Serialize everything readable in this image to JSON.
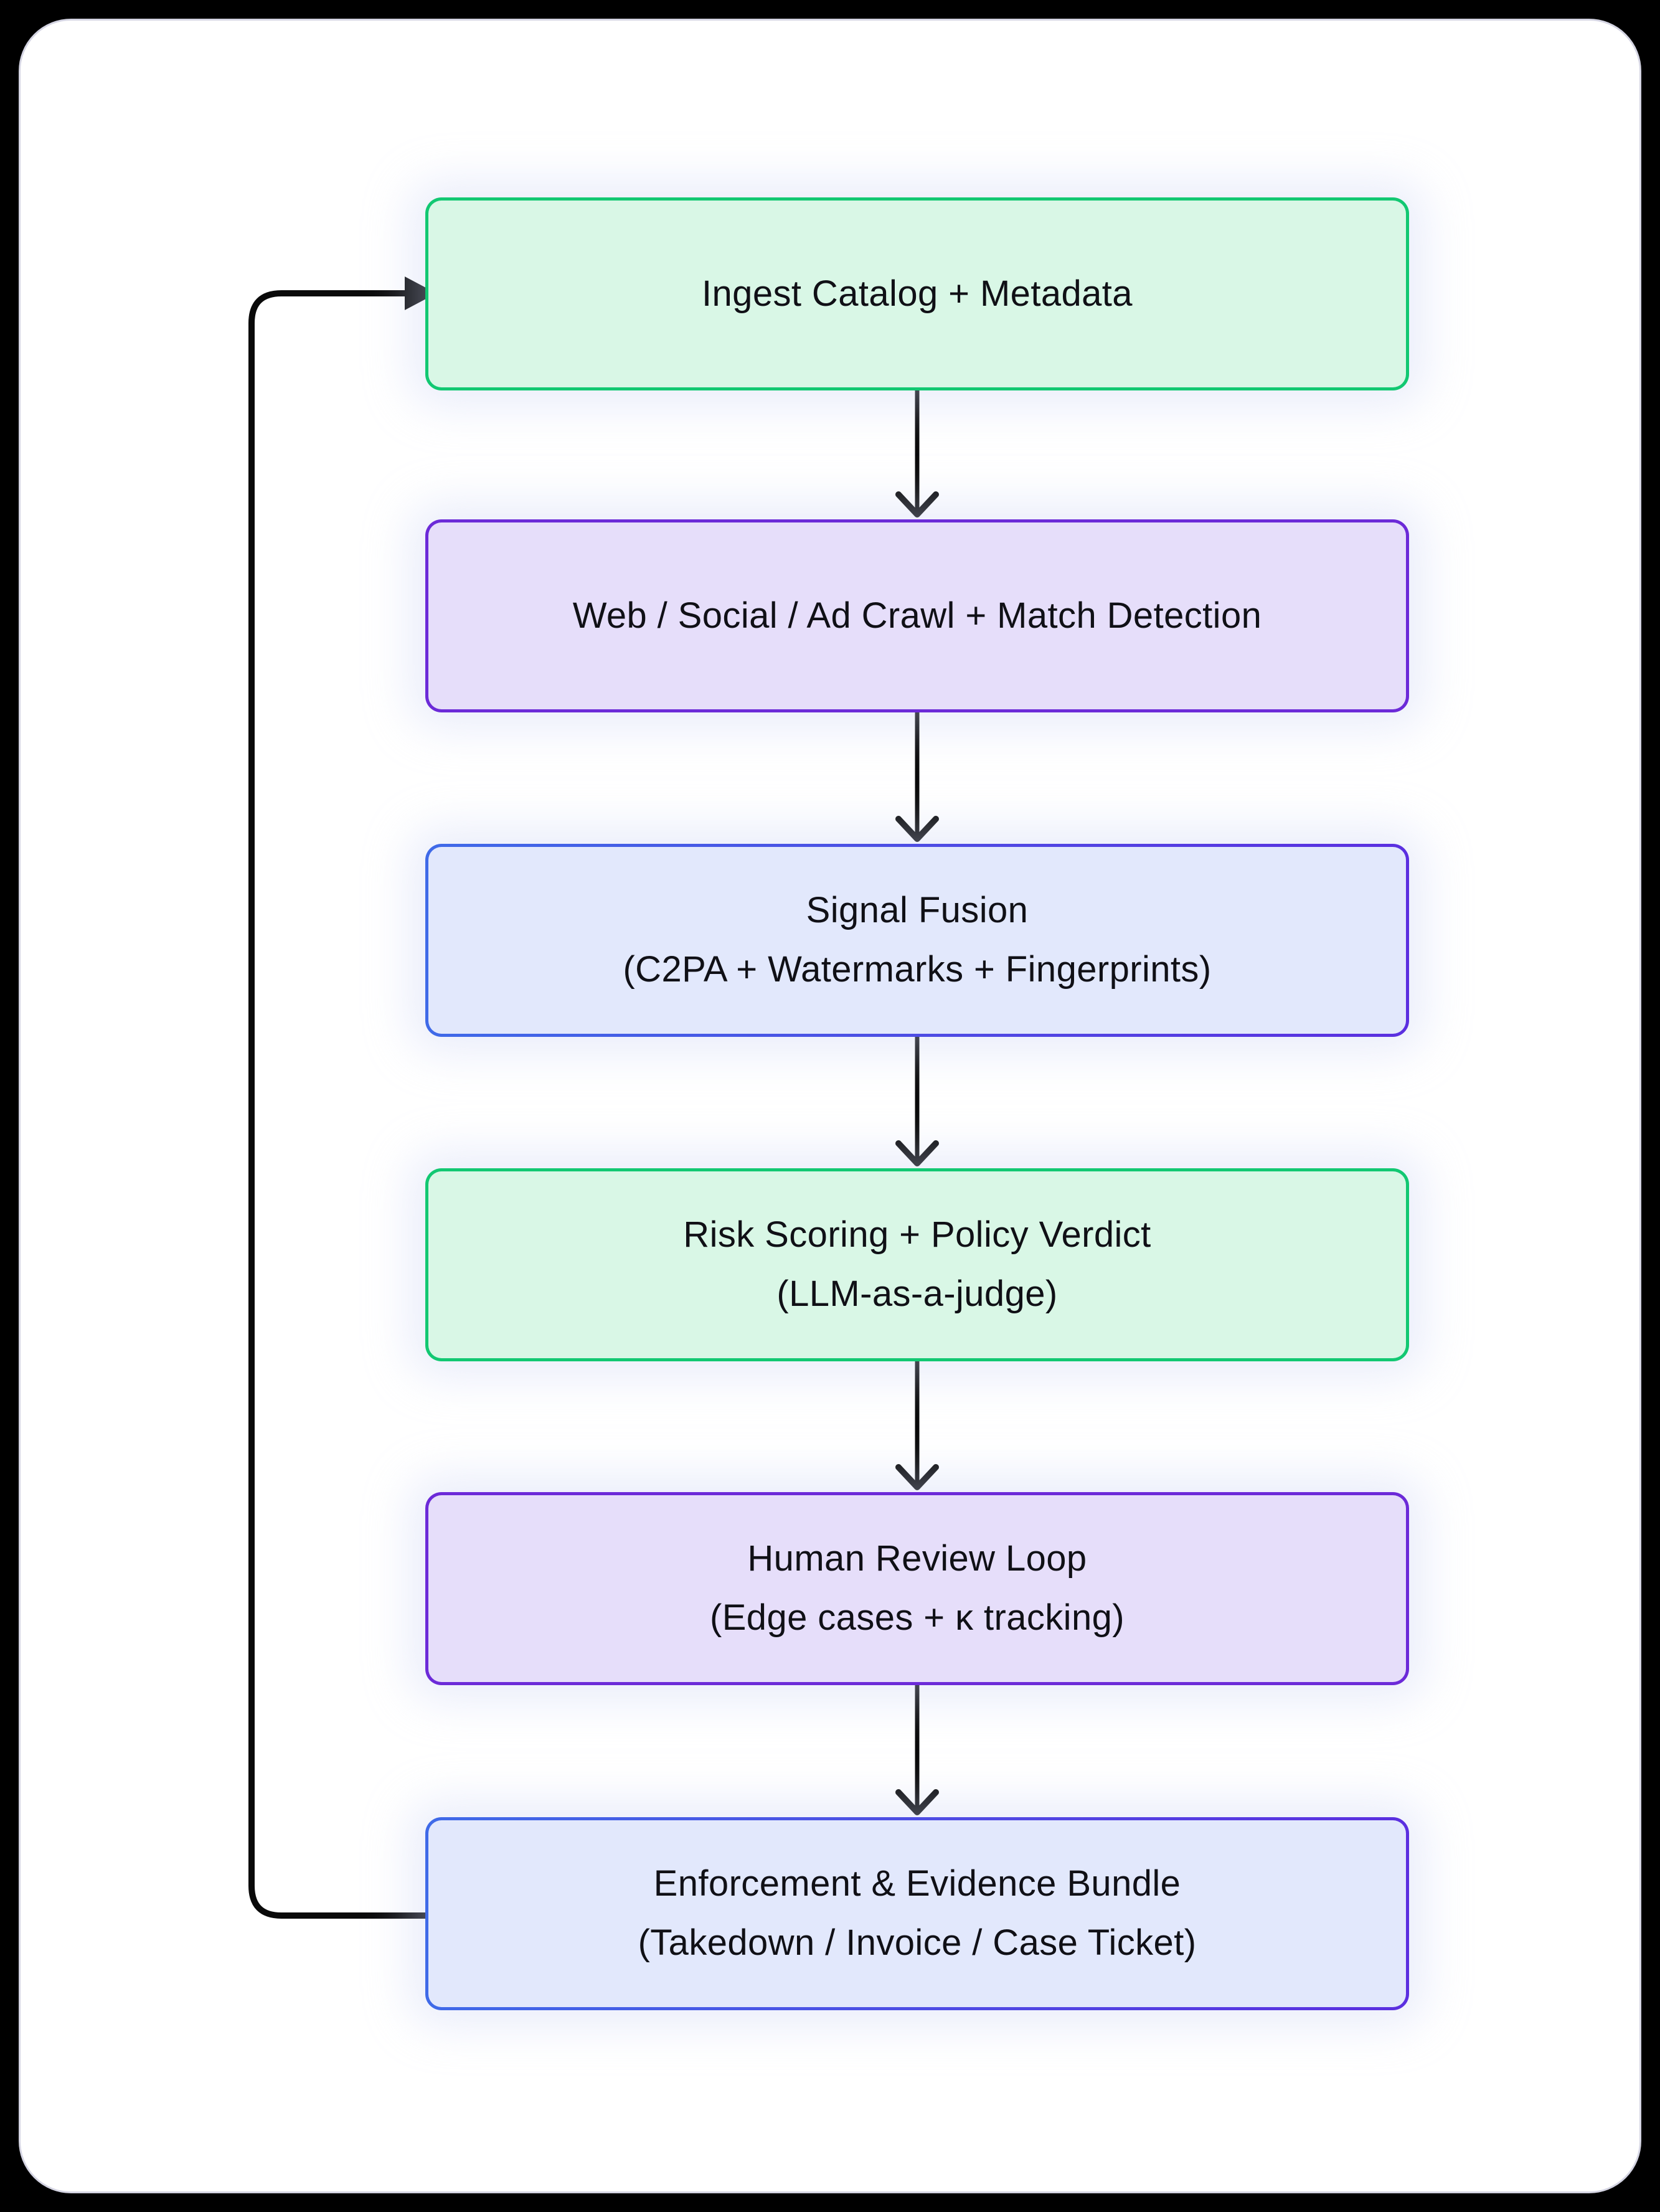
{
  "flowchart": {
    "title_implied": "",
    "outer_bg": "#000000",
    "card_bg": "#ffffff",
    "card_border": "#d4d4e2",
    "text_color": "#101016",
    "connector_color": "#0a0a0a",
    "nodes": [
      {
        "id": "ingest",
        "title": "Ingest Catalog + Metadata",
        "subtitle": "",
        "fill": "#d9f7e6",
        "border": "#12c872"
      },
      {
        "id": "crawl",
        "title": "Web / Social / Ad Crawl + Match Detection",
        "subtitle": "",
        "fill": "#e6defa",
        "border": "#6c2ad8"
      },
      {
        "id": "fusion",
        "title": "Signal Fusion",
        "subtitle": "(C2PA + Watermarks + Fingerprints)",
        "fill": "#e2e8fc",
        "border": [
          "#3f6ae8",
          "#5b2fe0"
        ]
      },
      {
        "id": "risk",
        "title": "Risk Scoring + Policy Verdict",
        "subtitle": "(LLM-as-a-judge)",
        "fill": "#d9f7e6",
        "border": "#12c872"
      },
      {
        "id": "review",
        "title": "Human Review Loop",
        "subtitle": "(Edge cases + κ tracking)",
        "fill": "#e6defa",
        "border": "#6c2ad8"
      },
      {
        "id": "enforce",
        "title": "Enforcement & Evidence Bundle",
        "subtitle": "(Takedown / Invoice / Case Ticket)",
        "fill": "#e2e8fc",
        "border": [
          "#3f6ae8",
          "#5b2fe0"
        ]
      }
    ],
    "edges": [
      {
        "from": "ingest",
        "to": "crawl"
      },
      {
        "from": "crawl",
        "to": "fusion"
      },
      {
        "from": "fusion",
        "to": "risk"
      },
      {
        "from": "risk",
        "to": "review"
      },
      {
        "from": "review",
        "to": "enforce"
      },
      {
        "from": "enforce",
        "to": "ingest",
        "type": "feedback-loop"
      }
    ]
  }
}
